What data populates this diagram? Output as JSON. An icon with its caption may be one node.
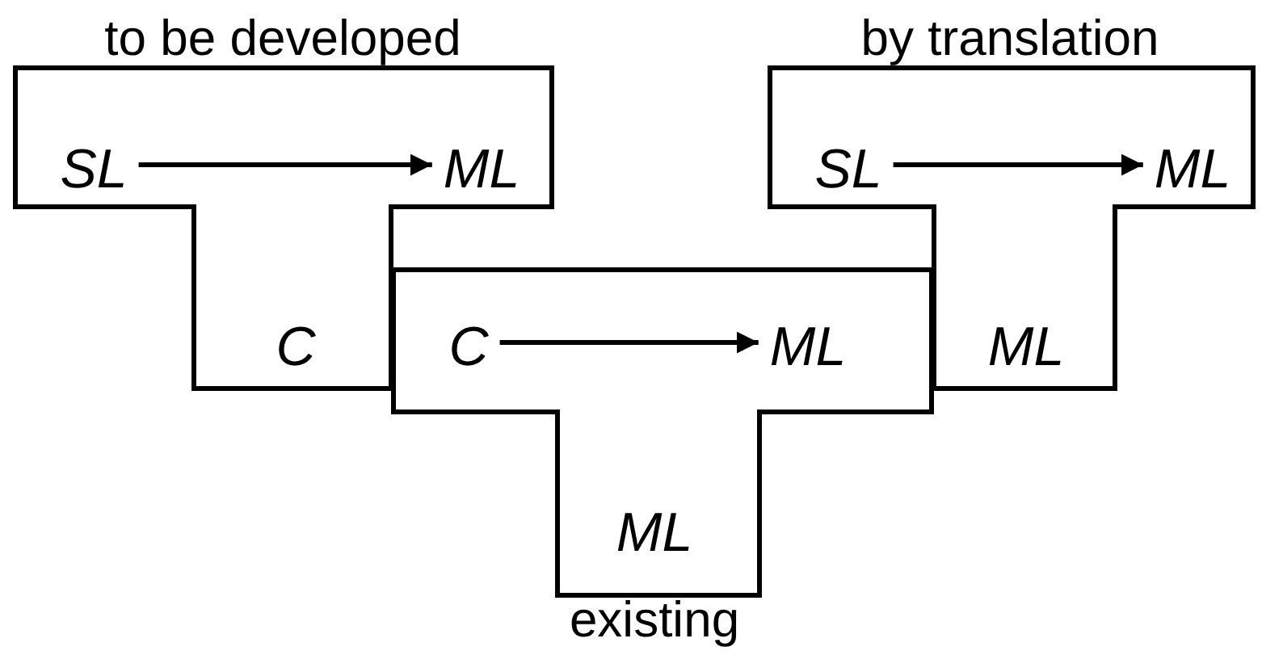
{
  "diagram": {
    "nodes": [
      {
        "text": [
          "to be developed"
        ]
      },
      {
        "text": [
          "SL"
        ],
        "in": 0
      },
      {
        "text": [
          "ML"
        ],
        "in": 0
      },
      {
        "text": [
          "C"
        ],
        "in": 0
      },
      {
        "text": [
          "existing"
        ]
      },
      {
        "text": [
          "C"
        ],
        "in": 4
      },
      {
        "text": [
          "ML"
        ],
        "in": 4
      },
      {
        "text": [
          "ML"
        ],
        "in": 4
      },
      {
        "text": [
          "by translation"
        ]
      },
      {
        "text": [
          "SL"
        ],
        "in": 8
      },
      {
        "text": [
          "ML"
        ],
        "in": 8
      },
      {
        "text": [
          "ML"
        ],
        "in": 8
      }
    ],
    "edges": [
      {
        "from": 1,
        "to": 2,
        "arrow": "to"
      },
      {
        "from": 5,
        "to": 6,
        "arrow": "to"
      },
      {
        "from": 9,
        "to": 10,
        "arrow": "to"
      }
    ]
  }
}
